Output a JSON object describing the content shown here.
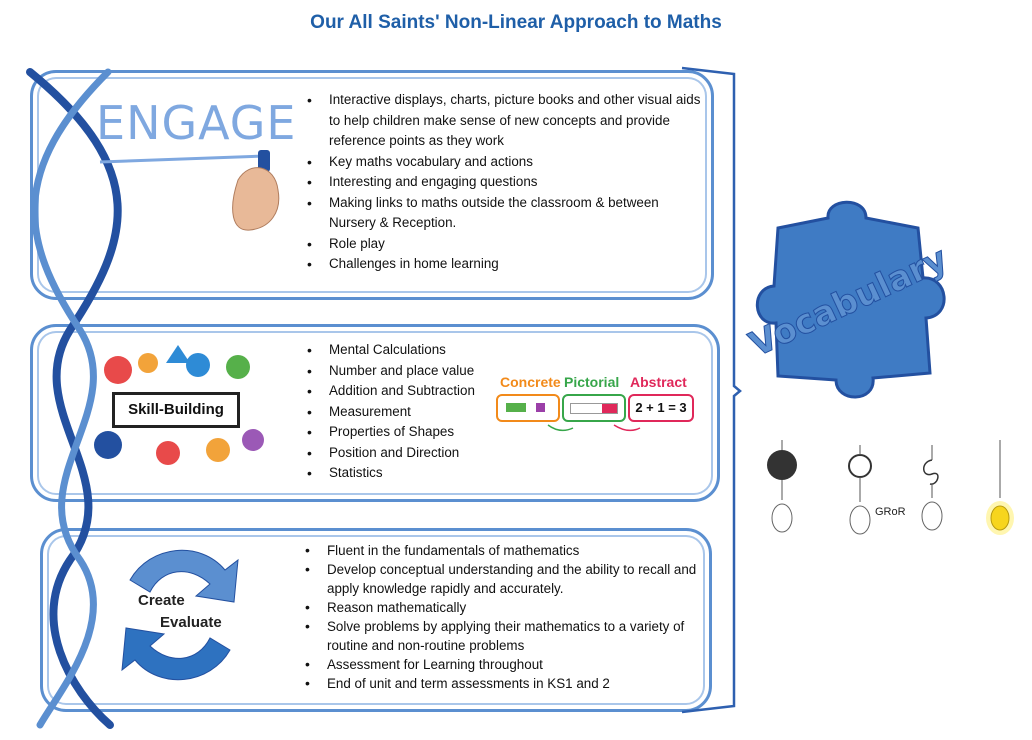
{
  "title": "Our All Saints' Non-Linear Approach to Maths",
  "engage": {
    "heading": "ENGAGE",
    "bullets": [
      "Interactive displays, charts, picture books and other visual aids to help children make sense of new concepts and provide reference points as they work",
      "Key maths vocabulary and actions",
      "Interesting and engaging questions",
      "Making links to maths outside the classroom & between Nursery & Reception.",
      "Role play",
      "Challenges in home learning"
    ]
  },
  "skill": {
    "heading": "Skill-Building",
    "bullets": [
      "Mental Calculations",
      "Number and place value",
      "Addition and Subtraction",
      "Measurement",
      "Properties of Shapes",
      "Position and Direction",
      "Statistics"
    ],
    "cpa": {
      "concrete": "Concrete",
      "pictorial": "Pictorial",
      "abstract": "Abstract",
      "equation": "2 + 1 = 3"
    }
  },
  "evaluate": {
    "create": "Create",
    "evaluate": "Evaluate",
    "bullets": [
      "Fluent in the fundamentals of mathematics",
      "Develop conceptual understanding and the ability to recall and apply knowledge rapidly and accurately.",
      "Reason mathematically",
      "Solve problems by applying their mathematics to a variety of routine and non-routine problems",
      "Assessment for Learning throughout",
      "End of unit and term assessments in KS1 and 2"
    ]
  },
  "vocabulary": "Vocabulary",
  "gror": "GRoR",
  "colors": {
    "title": "#1f5fa8",
    "panel_border": "#5b8fd0",
    "helix": "#2350a0",
    "puzzle": "#3f7bc4",
    "bulb_lit": "#f7d51d"
  }
}
